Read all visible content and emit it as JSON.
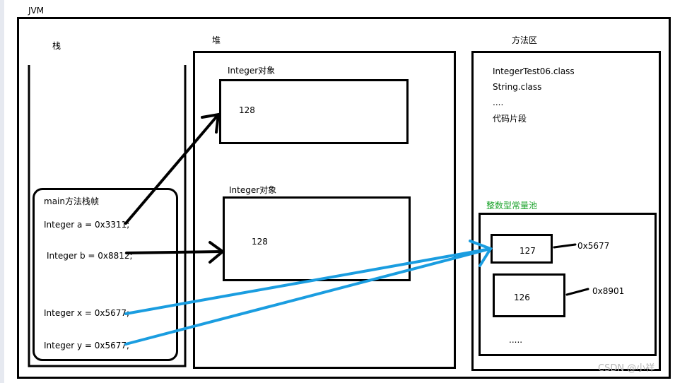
{
  "jvm_label": "JVM",
  "stack": {
    "title": "栈",
    "frame_title": "main方法栈帧",
    "vars": [
      "Integer a = 0x3311;",
      "Integer b = 0x8812;",
      "Integer x = 0x5677;",
      "Integer y =  0x5677;"
    ]
  },
  "heap": {
    "title": "堆",
    "objects": [
      {
        "label": "Integer对象",
        "value": "128"
      },
      {
        "label": "Integer对象",
        "value": "128"
      }
    ]
  },
  "method_area": {
    "title": "方法区",
    "items": [
      "IntegerTest06.class",
      "String.class",
      "....",
      "代码片段"
    ],
    "pool_title": "整数型常量池",
    "pool_entries": [
      {
        "value": "127",
        "address": "0x5677"
      },
      {
        "value": "126",
        "address": "0x8901"
      }
    ],
    "pool_more": "....."
  },
  "watermark": "CSDN @小祥",
  "colors": {
    "arrow_black": "#000000",
    "arrow_blue": "#1a9de0",
    "pool_title": "#1aa32a"
  }
}
